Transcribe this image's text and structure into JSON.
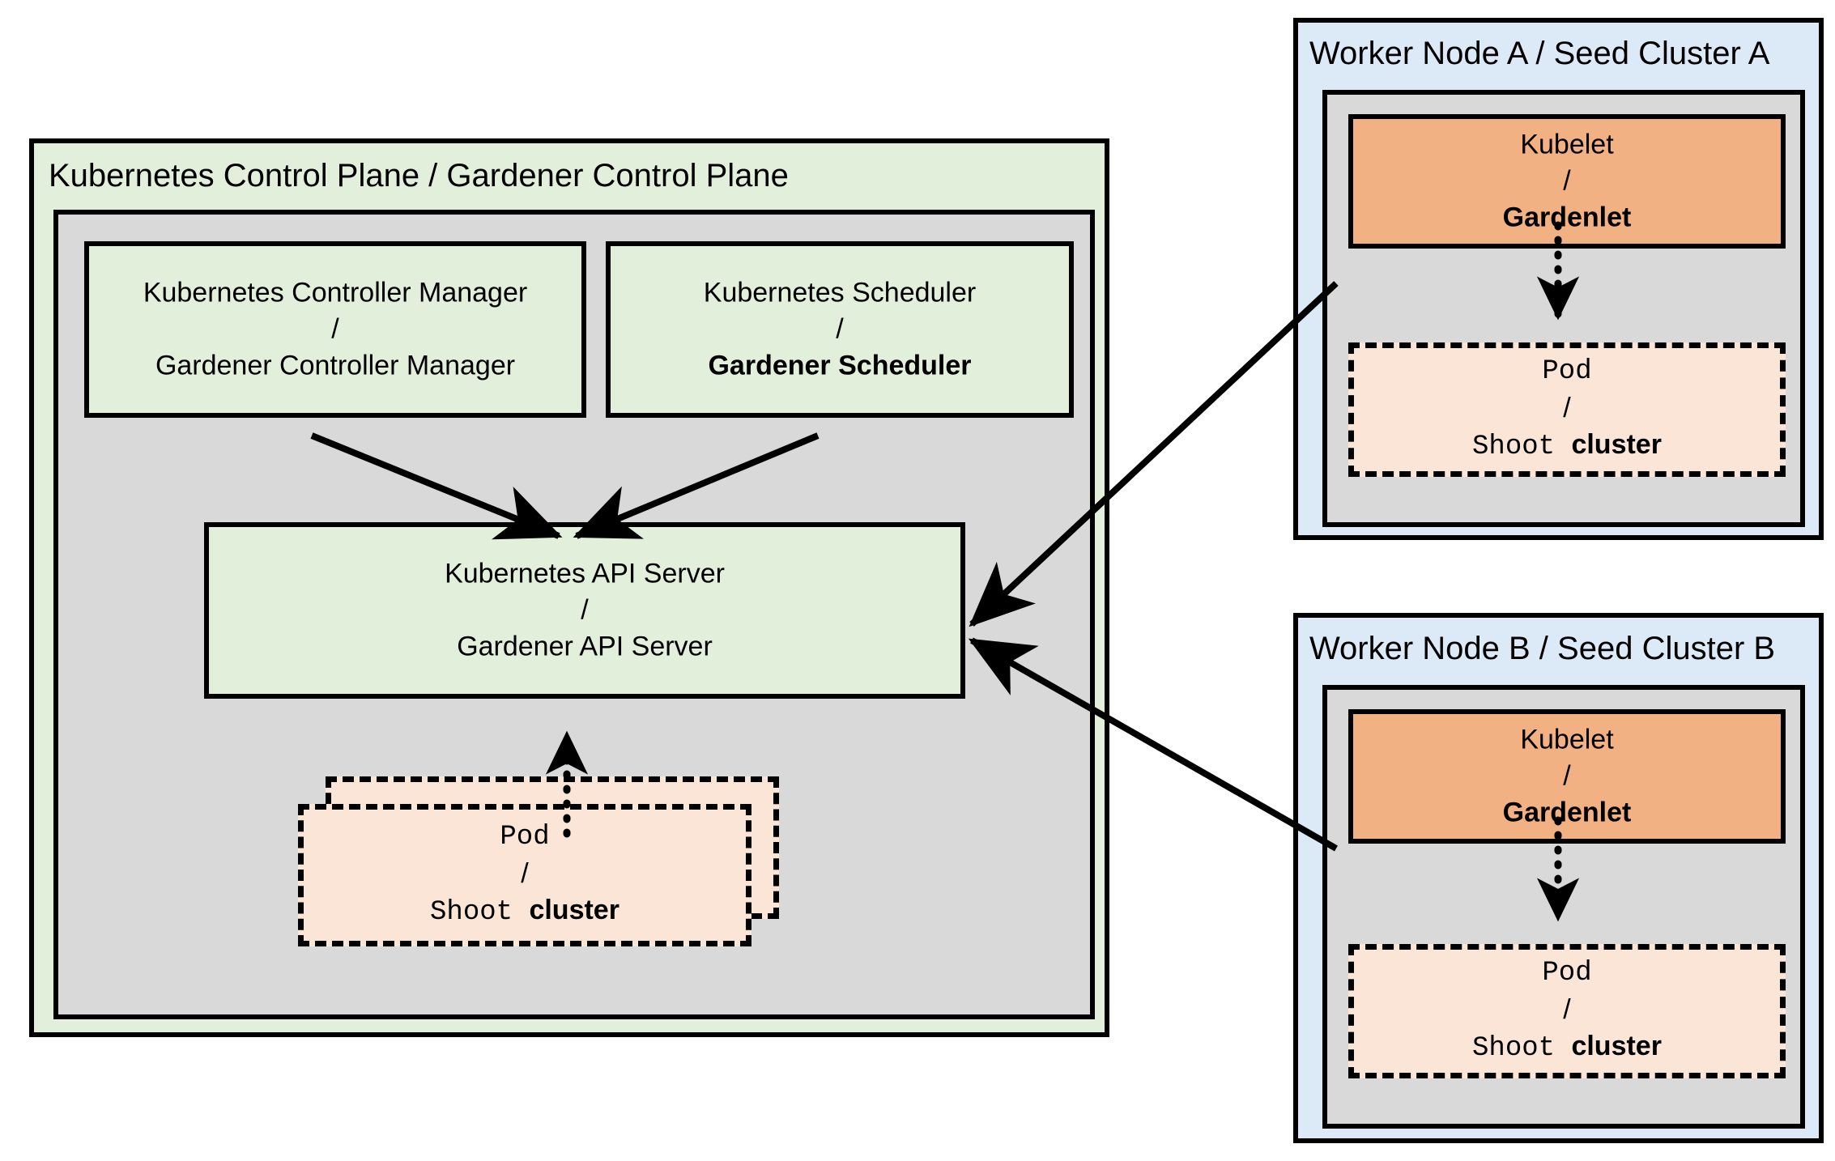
{
  "diagram": {
    "title": "Gardener architecture: Kubernetes Control Plane and Seed Clusters",
    "colors": {
      "green_fill": "#E2EFDA",
      "gray_fill": "#D9D9D9",
      "blue_fill": "#DCE9F7",
      "orange_fill": "#F2B183",
      "peach_fill": "#FBE5D6",
      "stroke": "#000000",
      "background": "#FFFFFF"
    }
  },
  "control_plane": {
    "title": "Kubernetes Control Plane / Gardener Control Plane",
    "controller_manager": {
      "line1": "Kubernetes Controller Manager",
      "separator": "/",
      "line2": "Gardener Controller Manager"
    },
    "scheduler": {
      "line1": "Kubernetes Scheduler",
      "separator": "/",
      "line2": "Gardener Scheduler"
    },
    "api_server": {
      "line1": "Kubernetes API Server",
      "separator": "/",
      "line2": "Gardener API Server"
    },
    "pod": {
      "line1": "Pod",
      "separator": "/",
      "line2_mono": "Shoot ",
      "line2_bold": "cluster"
    }
  },
  "worker_node_a": {
    "title": "Worker Node A / Seed Cluster A",
    "kubelet": {
      "line1": "Kubelet",
      "separator": "/",
      "line2": "Gardenlet"
    },
    "pod": {
      "line1": "Pod",
      "separator": "/",
      "line2_mono": "Shoot ",
      "line2_bold": "cluster"
    }
  },
  "worker_node_b": {
    "title": "Worker Node B / Seed Cluster B",
    "kubelet": {
      "line1": "Kubelet",
      "separator": "/",
      "line2": "Gardenlet"
    },
    "pod": {
      "line1": "Pod",
      "separator": "/",
      "line2_mono": "Shoot ",
      "line2_bold": "cluster"
    }
  },
  "connections": [
    {
      "id": "cm-to-api",
      "from": "controller-manager",
      "to": "api-server",
      "style": "solid",
      "direction": "down-right"
    },
    {
      "id": "sched-to-api",
      "from": "scheduler",
      "to": "api-server",
      "style": "solid",
      "direction": "down-left"
    },
    {
      "id": "pod-to-api",
      "from": "control-plane-pod",
      "to": "api-server",
      "style": "dotted",
      "direction": "up"
    },
    {
      "id": "gardenlet-a-api",
      "from": "gardenlet-a",
      "to": "api-server",
      "style": "solid",
      "direction": "left"
    },
    {
      "id": "gardenlet-b-api",
      "from": "gardenlet-b",
      "to": "api-server",
      "style": "solid",
      "direction": "left"
    },
    {
      "id": "kubelet-a-pod-a",
      "from": "kubelet-a",
      "to": "pod-a",
      "style": "dotted",
      "direction": "down"
    },
    {
      "id": "kubelet-b-pod-b",
      "from": "kubelet-b",
      "to": "pod-b",
      "style": "dotted",
      "direction": "down"
    }
  ]
}
